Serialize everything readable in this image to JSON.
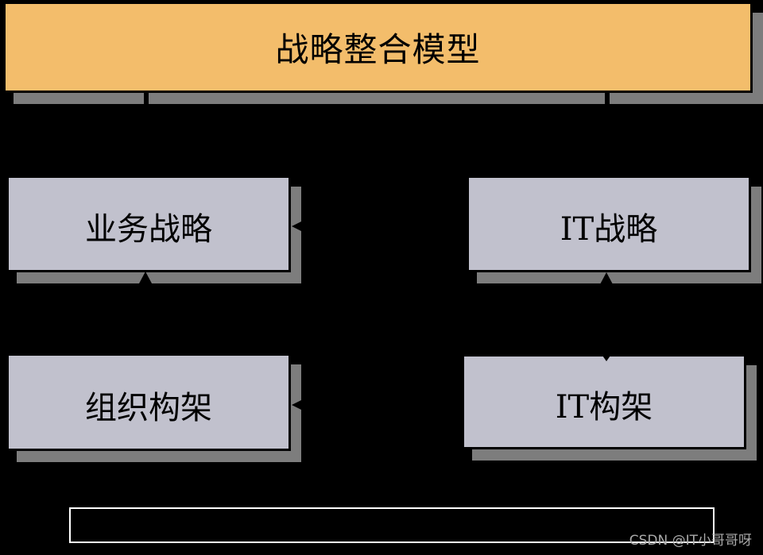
{
  "slide": {
    "title": "战略整合模型"
  },
  "boxes": [
    {
      "id": "business-strategy",
      "label": "业务战略"
    },
    {
      "id": "it-strategy",
      "label": "IT战略"
    },
    {
      "id": "org-structure",
      "label": "组织构架"
    },
    {
      "id": "it-architecture",
      "label": "IT构架"
    }
  ],
  "edges": [
    {
      "from": "slide-title",
      "to": "business-strategy",
      "type": "line"
    },
    {
      "from": "slide-title",
      "to": "it-strategy",
      "type": "line"
    },
    {
      "from": "it-strategy",
      "to": "business-strategy",
      "arrowhead": "left"
    },
    {
      "from": "it-architecture",
      "to": "org-structure",
      "arrowhead": "left"
    },
    {
      "from": "org-structure",
      "to": "business-strategy",
      "arrowhead": "up"
    },
    {
      "from": "it-strategy",
      "to": "it-architecture",
      "arrowhead": "double-vertical"
    }
  ],
  "watermark": {
    "text": "CSDN @IT小哥哥呀"
  },
  "colors": {
    "background": "#000000",
    "banner": "#F3BD6B",
    "box": "#C1C1CD",
    "shadow": "#7D7D7D",
    "outline": "#000000",
    "footer_border": "#FFFFFF",
    "watermark": "#A9A9A9"
  }
}
